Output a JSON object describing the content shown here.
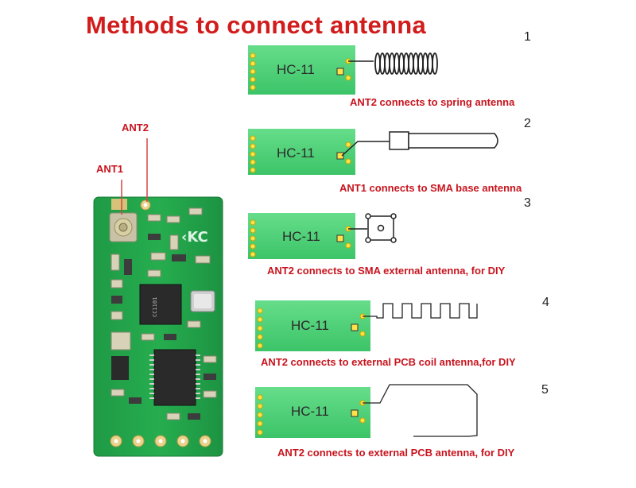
{
  "title": "Methods to connect antenna",
  "board": {
    "ant1_label": "ANT1",
    "ant2_label": "ANT2"
  },
  "methods": [
    {
      "number": "1",
      "module_label": "HC-11",
      "caption": "ANT2 connects to spring antenna"
    },
    {
      "number": "2",
      "module_label": "HC-11",
      "caption": "ANT1 connects to SMA base antenna"
    },
    {
      "number": "3",
      "module_label": "HC-11",
      "caption": "ANT2 connects to SMA external antenna, for DIY"
    },
    {
      "number": "4",
      "module_label": "HC-11",
      "caption": "ANT2 connects to external PCB coil antenna,for DIY"
    },
    {
      "number": "5",
      "module_label": "HC-11",
      "caption": "ANT2 connects to external PCB antenna, for DIY"
    }
  ],
  "colors": {
    "title": "#d21c1c",
    "caption": "#c8141e",
    "pcb_green": "#22a84a",
    "module_green": "#4fd07a"
  }
}
